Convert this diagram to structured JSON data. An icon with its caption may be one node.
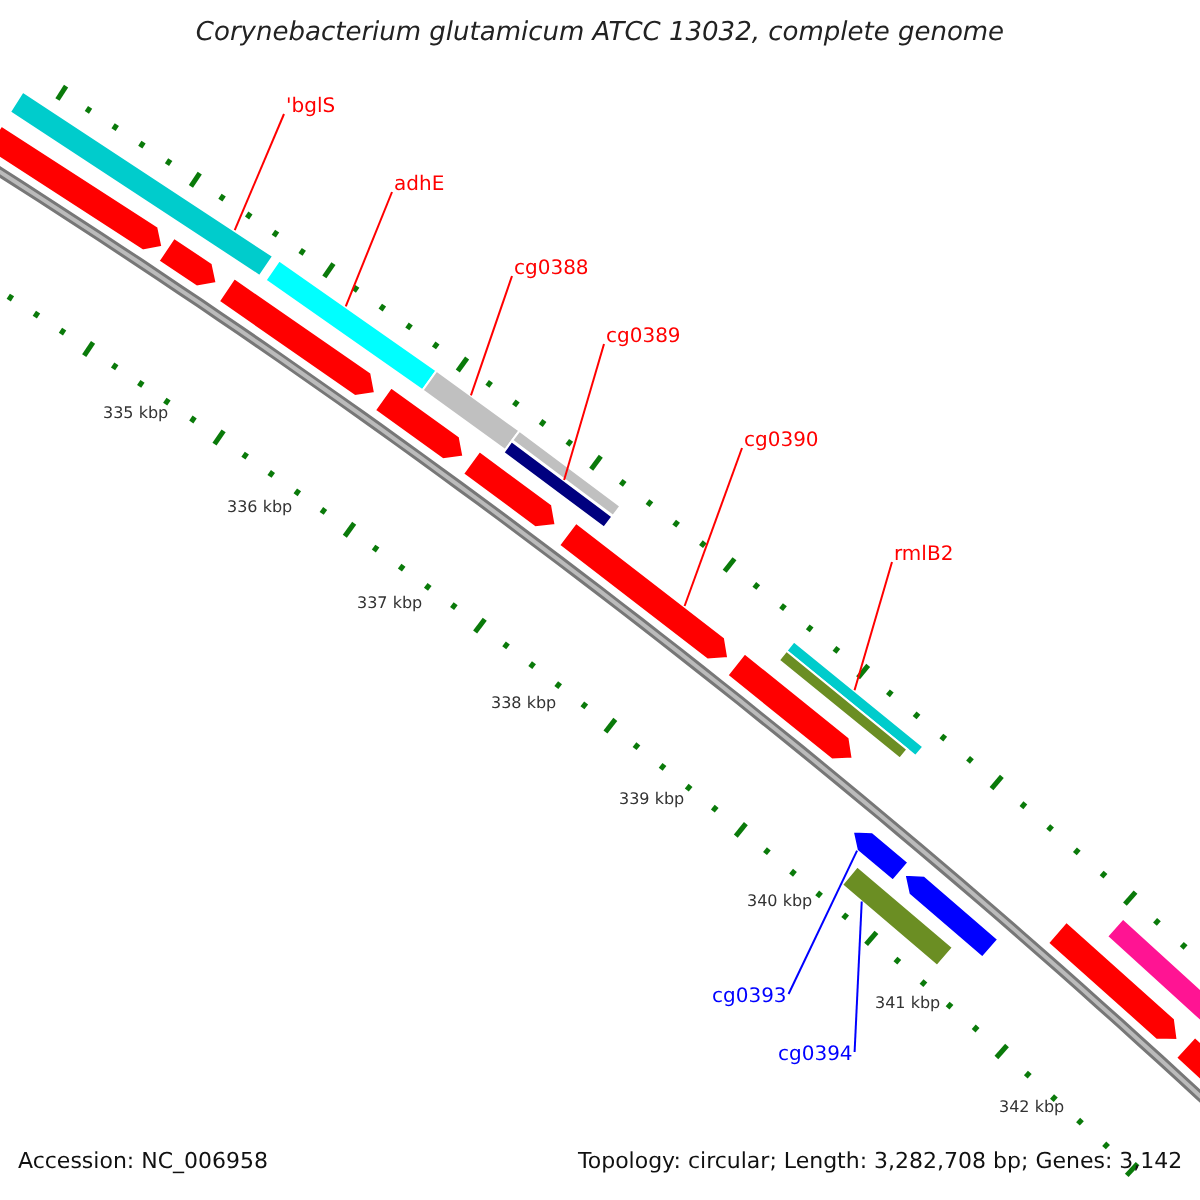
{
  "diagram": {
    "title": "Corynebacterium glutamicum ATCC 13032, complete genome",
    "nodes": [
      {
        "text": [
          "'bglS"
        ]
      },
      {
        "text": [
          "adhE"
        ]
      },
      {
        "text": [
          "cg0388"
        ]
      },
      {
        "text": [
          "cg0389"
        ]
      },
      {
        "text": [
          "cg0390"
        ]
      },
      {
        "text": [
          "rmlB2"
        ]
      },
      {
        "text": [
          "cg0393"
        ]
      },
      {
        "text": [
          "cg0394"
        ]
      },
      {
        "text": [],
        "shape": "bar"
      },
      {
        "text": [],
        "shape": "bar"
      },
      {
        "text": [],
        "shape": "bar"
      },
      {
        "text": [],
        "shape": "bar"
      },
      {
        "text": [],
        "shape": "bar"
      },
      {
        "text": [],
        "shape": "bar"
      },
      {
        "text": [],
        "shape": "bar"
      },
      {
        "text": [],
        "shape": "bar"
      },
      {
        "text": [],
        "shape": "bar"
      },
      {
        "text": [],
        "shape": "bar"
      },
      {
        "text": [],
        "shape": "bar"
      },
      {
        "text": [],
        "shape": "bar"
      },
      {
        "text": [],
        "shape": "bar"
      },
      {
        "text": [],
        "shape": "bar"
      },
      {
        "text": [],
        "shape": "bar"
      },
      {
        "text": [],
        "shape": "bar"
      },
      {
        "text": [],
        "shape": "bar"
      },
      {
        "text": [],
        "shape": "bar"
      },
      {
        "text": [],
        "shape": "bar"
      },
      {
        "text": [],
        "shape": "bar"
      }
    ],
    "edges": [
      {
        "from": 0,
        "to": 8,
        "arrow": "none"
      },
      {
        "from": 1,
        "to": 9,
        "arrow": "none"
      },
      {
        "from": 2,
        "to": 10,
        "arrow": "none"
      },
      {
        "from": 3,
        "to": 11,
        "arrow": "none"
      },
      {
        "from": 4,
        "to": 15,
        "arrow": "none"
      },
      {
        "from": 5,
        "to": 12,
        "arrow": "none"
      },
      {
        "from": 6,
        "to": 13,
        "arrow": "none",
        "color": "#0000ff"
      },
      {
        "from": 7,
        "to": 14,
        "arrow": "none",
        "color": "#0000ff"
      }
    ],
    "labels": [
      "335 kbp",
      "336 kbp",
      "337 kbp",
      "338 kbp",
      "339 kbp",
      "340 kbp",
      "341 kbp",
      "342 kbp",
      "Accession: NC_006958",
      "Topology: circular; Length: 3,282,708 bp; Genes: 3,142"
    ]
  }
}
